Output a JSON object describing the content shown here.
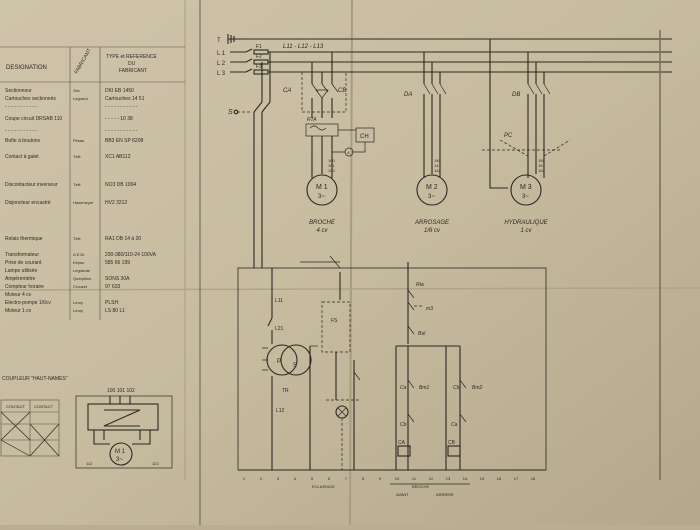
{
  "table": {
    "headers": {
      "designation": "DESIGNATION",
      "fabricant": "FABRICANT",
      "type_ref": "TYPE et REFERENCE\nDU\nFABRICANT"
    },
    "rows": [
      {
        "d": "Sectionneur",
        "f": "Séc",
        "r": "DKI EB 1450"
      },
      {
        "d": "Cartouches sectionnés",
        "f": "Legrand",
        "r": "Cartouches 14 51"
      },
      {
        "d": "- - - - - - - - - - -",
        "f": "",
        "r": "- - - - - - - - - - -"
      },
      {
        "d": "Coupe circuit DRSAB 110",
        "f": "",
        "r": "- - - - - 10 38"
      },
      {
        "d": "- - - - - - - - - - -",
        "f": "",
        "r": "- - - - - - - - - - -"
      },
      {
        "d": "Boîte à boutons",
        "f": "Pesas",
        "r": "BB3 EN SP 6208"
      },
      {
        "d": "Contact à galet",
        "f": "Télé",
        "r": "XC1 AB112"
      },
      {
        "d": "Discontacteur inverseur",
        "f": "Télé",
        "r": "NO3 DB 1004"
      },
      {
        "d": "Disjoncteur encastré",
        "f": "Hazemeyer",
        "r": "HV2 3212"
      },
      {
        "d": "Relais thermique",
        "f": "Télé",
        "r": "RA1 DB 14 à 20"
      },
      {
        "d": "Transformateur",
        "f": "A.E.M.",
        "r": "230-380/110-24 100VA"
      },
      {
        "d": "Prise de courant",
        "f": "Képsu",
        "r": "585 66 199"
      },
      {
        "d": "Lampe utilisée",
        "f": "Legrande",
        "r": ""
      },
      {
        "d": "Ampèremètre",
        "f": "Querpillon",
        "r": "SONS 30A"
      },
      {
        "d": "Compteur horaire",
        "f": "Crouzet",
        "r": "97 633"
      },
      {
        "d": "Moteur 4 cv",
        "f": "",
        "r": ""
      },
      {
        "d": "Electro-pompe 1/6cv",
        "f": "Leroy",
        "r": "PLSH"
      },
      {
        "d": "Moteur 1 cv",
        "f": "Leroy",
        "r": "LS 80 L1"
      }
    ]
  },
  "coupleur": {
    "title": "COUPLEUR \"HAUT-NAMES\"",
    "contact1": "CONTACT",
    "contact2": "CONTACT",
    "terminals_top": "100 101 102",
    "terminals_bot_left": "112",
    "terminals_bot_right": "122",
    "motor_label": "M 1",
    "motor_sub": "3~"
  },
  "power": {
    "earth": "T",
    "phases": [
      "L 1",
      "L 2",
      "L 3"
    ],
    "fuses": [
      "F1",
      "F2",
      "F3"
    ],
    "bus_label": "L11 - L12 - L13",
    "switch_s": "S",
    "ca": "CA",
    "cb": "CB",
    "rta": "RTA",
    "ch": "CH",
    "da": "DA",
    "db": "DB",
    "pc": "PC",
    "ammeter": "A",
    "terms_m1": "100\n101\n102",
    "terms_m2": "140\n141\n142",
    "terms_m3": "150\n151\n152"
  },
  "motors": [
    {
      "name": "M 1",
      "sub": "3~",
      "caption": "BROCHE",
      "power": "4 cv"
    },
    {
      "name": "M 2",
      "sub": "3~",
      "caption": "ARROSAGE",
      "power": "1/6 cv"
    },
    {
      "name": "M 3",
      "sub": "3~",
      "caption": "HYDRAULIQUE",
      "power": "1 cv"
    }
  ],
  "control": {
    "l11": "L11",
    "l21": "L21",
    "l12": "L12",
    "tr": "TR",
    "p": "P",
    "s": "S",
    "fs": "FS",
    "rta": "Rta",
    "m3": "m3",
    "bal": "Bal",
    "ca": "Ca",
    "bm1": "Bm1",
    "cb": "Cb",
    "bm2": "Bm2",
    "coil_ca": "CA",
    "coil_cb": "CB",
    "col_nums": [
      "1",
      "2",
      "3",
      "4",
      "5",
      "6",
      "7",
      "8",
      "9",
      "10",
      "11",
      "12",
      "13",
      "14",
      "15",
      "16",
      "17",
      "18"
    ],
    "legend_eclairage": "ECLAIRAGE",
    "legend_broche": "BROCHE",
    "legend_avant": "AVANT",
    "legend_arriere": "ARRIERE"
  }
}
